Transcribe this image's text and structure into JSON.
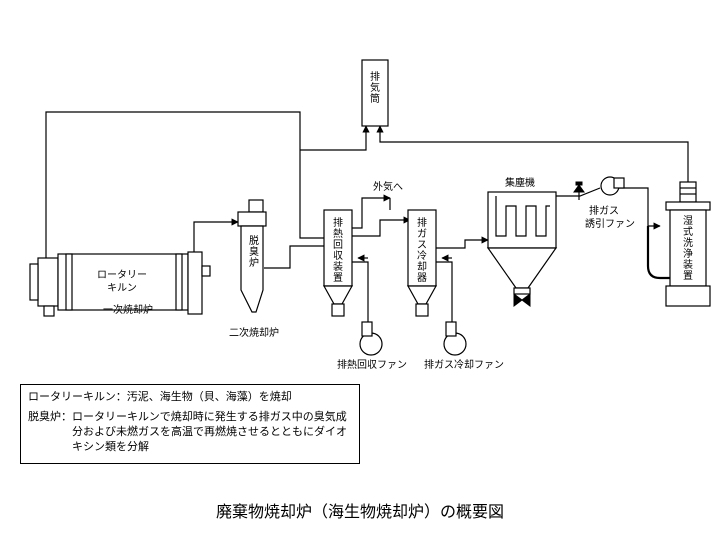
{
  "labels": {
    "stack": "排気筒",
    "outside_air": "外気へ",
    "dust_collector": "集塵機",
    "induced_fan_1": "排ガス",
    "induced_fan_2": "誘引ファン",
    "wet_scrubber": "湿式洗浄装置",
    "kiln_1": "ロータリー",
    "kiln_2": "キルン",
    "primary_furnace": "一次焼却炉",
    "deodorizer": "脱臭炉",
    "secondary_furnace": "二次焼却炉",
    "heat_recovery": "排熱回収装置",
    "gas_cooler": "排ガス冷却器",
    "heat_recovery_fan": "排熱回収ファン",
    "gas_cooling_fan": "排ガス冷却ファン"
  },
  "legend": [
    {
      "term": "ロータリーキルン：",
      "desc": "汚泥、海生物（貝、海藻）を焼却"
    },
    {
      "term": "脱臭炉：",
      "desc": "ロータリーキルンで焼却時に発生する排ガス中の臭気成分および未燃ガスを高温で再燃焼させるとともにダイオキシン類を分解"
    }
  ],
  "caption": "廃棄物焼却炉（海生物焼却炉）の概要図"
}
